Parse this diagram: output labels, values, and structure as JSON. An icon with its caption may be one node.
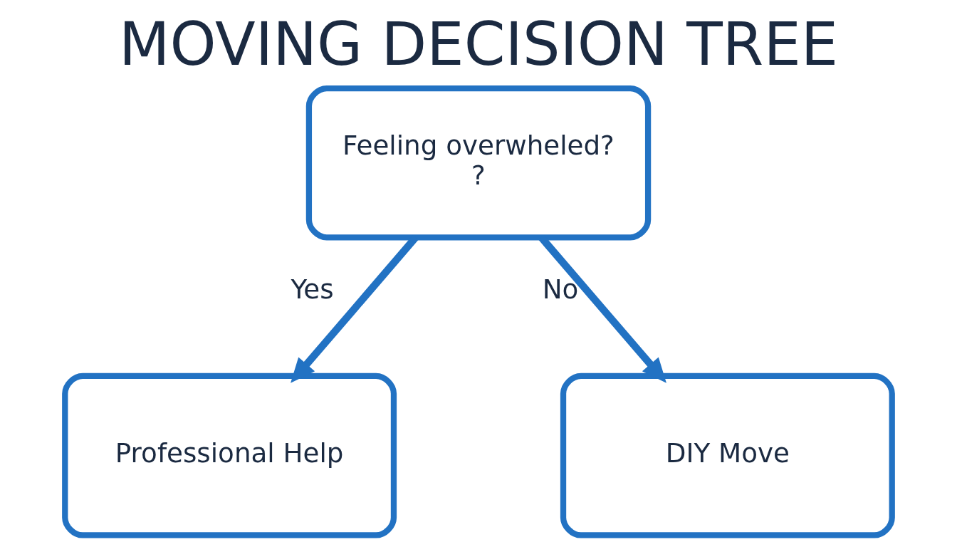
{
  "diagram": {
    "title": "MOVING DECISION TREE",
    "nodes": [
      {
        "text": [
          "Feeling overwheled?",
          "?"
        ]
      },
      {
        "text": [
          "Professional Help"
        ]
      },
      {
        "text": [
          "DIY Move"
        ]
      }
    ],
    "edges": [
      {
        "from": 0,
        "to": 1,
        "arrow": "to",
        "label": "Yes"
      },
      {
        "from": 0,
        "to": 2,
        "arrow": "to",
        "label": "No"
      }
    ]
  }
}
